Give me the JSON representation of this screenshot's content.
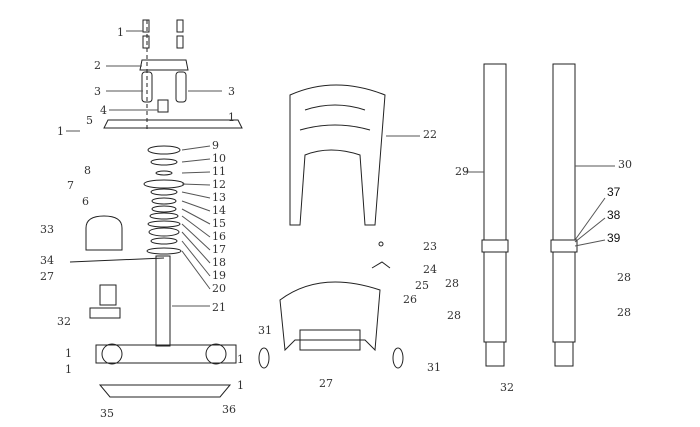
{
  "title": "Steering and front fork exploded parts diagram",
  "labels": [
    "1",
    "2",
    "3",
    "3",
    "4",
    "5",
    "1",
    "1",
    "8",
    "9",
    "10",
    "11",
    "12",
    "13",
    "14",
    "15",
    "16",
    "17",
    "18",
    "19",
    "20",
    "7",
    "6",
    "33",
    "34",
    "27",
    "32",
    "21",
    "1",
    "1",
    "1",
    "1",
    "35",
    "36",
    "22",
    "23",
    "24",
    "25",
    "26",
    "31",
    "31",
    "27",
    "29",
    "30",
    "37",
    "38",
    "39",
    "28",
    "28",
    "28",
    "28",
    "32"
  ]
}
